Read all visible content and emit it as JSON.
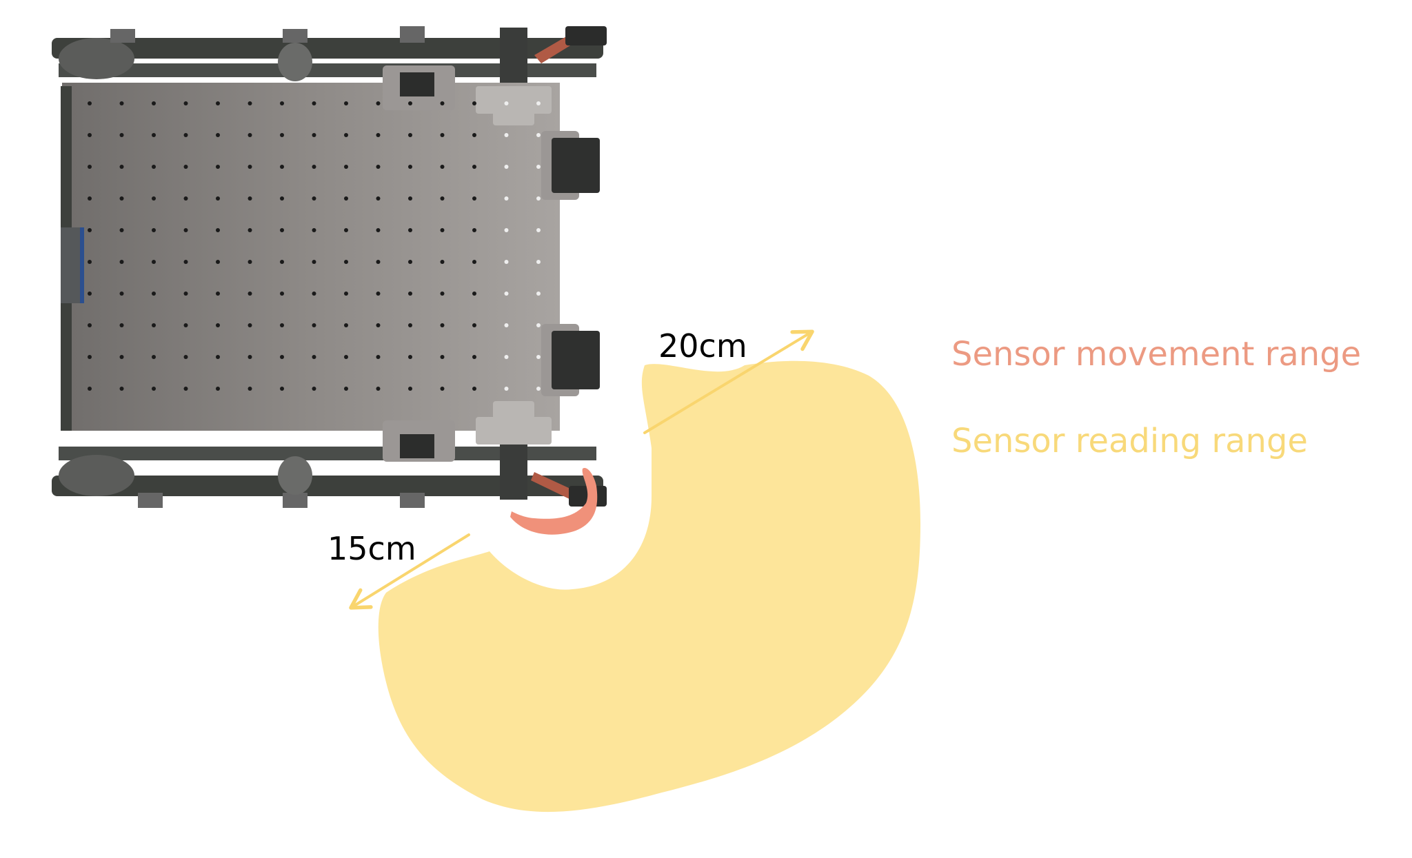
{
  "dimensions": {
    "range_long": "20cm",
    "range_short": "15cm"
  },
  "legend": {
    "movement_label": "Sensor movement range",
    "reading_label": "Sensor reading range"
  },
  "colors": {
    "movement": "#f0917a",
    "movement_text": "#ec9a82",
    "reading": "#fde59a",
    "reading_text": "#f8d97a",
    "arrow": "#f9d56e",
    "dimension_text": "#000000",
    "chassis_plate": "#8a8683",
    "chassis_frame": "#3d403c",
    "hole": "#1a1a1a"
  }
}
